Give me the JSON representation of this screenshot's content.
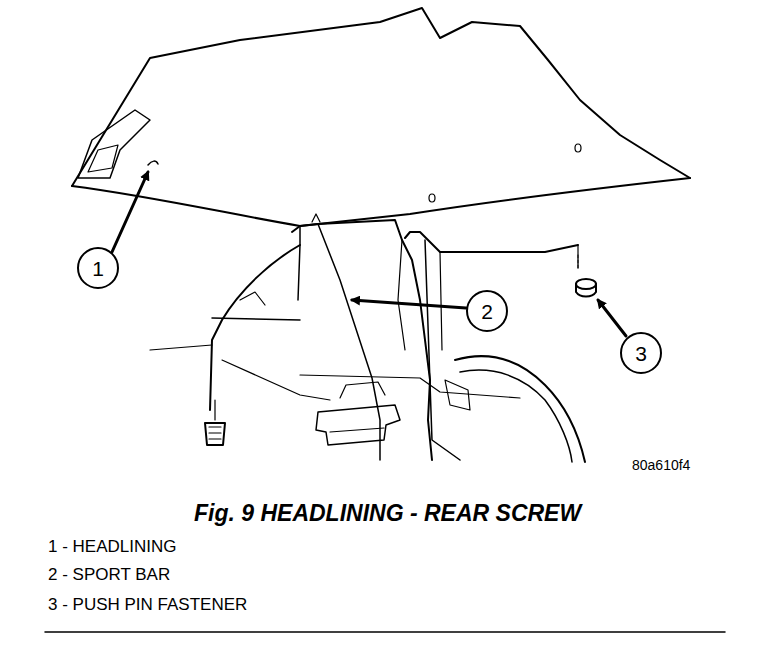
{
  "diagram": {
    "caption": "Fig. 9 HEADLINING - REAR SCREW",
    "nodes": [
      {
        "text": [
          "1"
        ]
      },
      {
        "text": [
          "2"
        ]
      },
      {
        "text": [
          "3"
        ]
      }
    ],
    "labels": [
      "80a610f4",
      "1 - HEADLINING",
      "2 - SPORT BAR",
      "3 - PUSH PIN FASTENER"
    ]
  }
}
